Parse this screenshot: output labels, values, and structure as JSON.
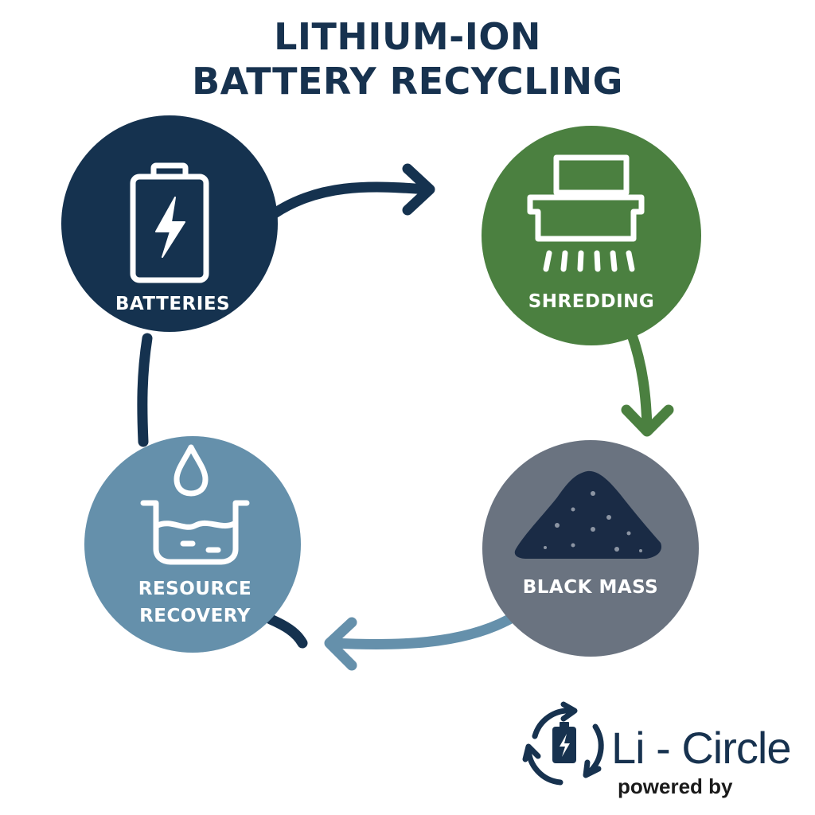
{
  "title": {
    "line1": "LITHIUM-ION",
    "line2": "BATTERY RECYCLING"
  },
  "nodes": [
    {
      "id": "batteries",
      "label_lines": [
        "BATTERIES"
      ],
      "icon": "battery-bolt-icon",
      "color": "#15324f"
    },
    {
      "id": "shredding",
      "label_lines": [
        "SHREDDING"
      ],
      "icon": "shredder-icon",
      "color": "#4b8040"
    },
    {
      "id": "black-mass",
      "label_lines": [
        "BLACK MASS"
      ],
      "icon": "powder-pile-icon",
      "color": "#6a7380"
    },
    {
      "id": "resource-recovery",
      "label_lines": [
        "RESOURCE",
        "RECOVERY"
      ],
      "icon": "liquid-bath-icon",
      "color": "#6590ab"
    }
  ],
  "arrows": [
    {
      "from": "batteries",
      "to": "shredding",
      "color": "#15324f"
    },
    {
      "from": "shredding",
      "to": "black-mass",
      "color": "#4b8040"
    },
    {
      "from": "black-mass",
      "to": "resource-recovery",
      "color": "#6590ab"
    },
    {
      "from": "resource-recovery",
      "to": "batteries",
      "color": "#15324f"
    }
  ],
  "logo": {
    "name": "Li - Circle",
    "tagline": "powered by",
    "icon": "recycle-battery-icon",
    "color": "#17324f"
  }
}
